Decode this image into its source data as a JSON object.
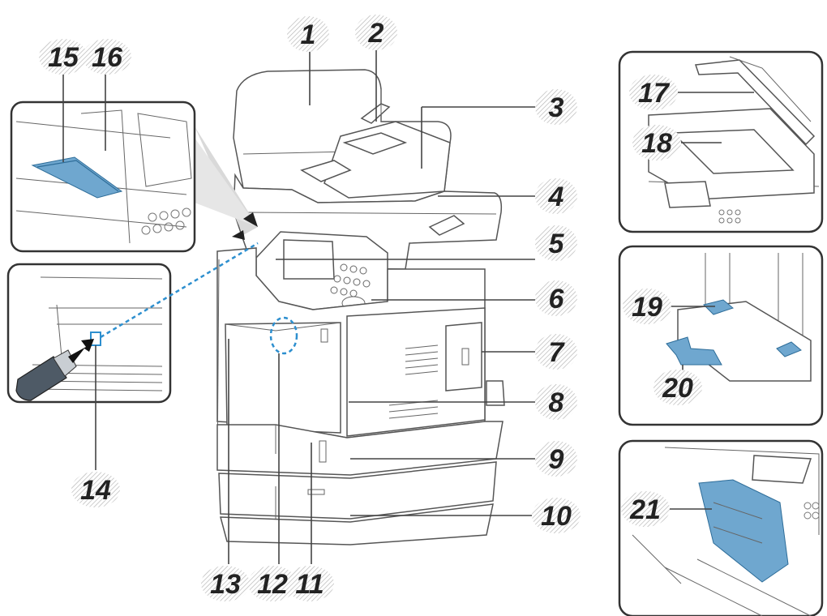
{
  "callouts": {
    "c1": "1",
    "c2": "2",
    "c3": "3",
    "c4": "4",
    "c5": "5",
    "c6": "6",
    "c7": "7",
    "c8": "8",
    "c9": "9",
    "c10": "10",
    "c11": "11",
    "c12": "12",
    "c13": "13",
    "c14": "14",
    "c15": "15",
    "c16": "16",
    "c17": "17",
    "c18": "18",
    "c19": "19",
    "c20": "20",
    "c21": "21"
  },
  "colors": {
    "accent_blue": "#6fa7cf",
    "dash_blue": "#2d8fcf",
    "outline": "#444444"
  }
}
